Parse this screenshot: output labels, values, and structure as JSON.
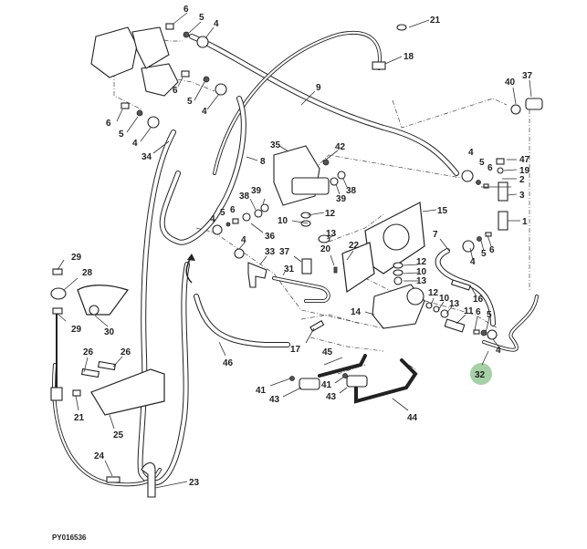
{
  "figure": {
    "id_label": "PY016536",
    "highlight_color": "#9ccb9c",
    "highlighted_callout": "32"
  },
  "callouts": [
    {
      "key": "c6a",
      "label": "6"
    },
    {
      "key": "c5a",
      "label": "5"
    },
    {
      "key": "c4a",
      "label": "4"
    },
    {
      "key": "c6b",
      "label": "6"
    },
    {
      "key": "c5b",
      "label": "5"
    },
    {
      "key": "c4b",
      "label": "4"
    },
    {
      "key": "c6c",
      "label": "6"
    },
    {
      "key": "c5c",
      "label": "5"
    },
    {
      "key": "c4c",
      "label": "4"
    },
    {
      "key": "c34",
      "label": "34"
    },
    {
      "key": "c9",
      "label": "9"
    },
    {
      "key": "c8",
      "label": "8"
    },
    {
      "key": "c21a",
      "label": "21"
    },
    {
      "key": "c18",
      "label": "18"
    },
    {
      "key": "c40",
      "label": "40"
    },
    {
      "key": "c37a",
      "label": "37"
    },
    {
      "key": "c4d",
      "label": "4"
    },
    {
      "key": "c5d",
      "label": "5"
    },
    {
      "key": "c6d",
      "label": "6"
    },
    {
      "key": "c47",
      "label": "47"
    },
    {
      "key": "c19",
      "label": "19"
    },
    {
      "key": "c2",
      "label": "2"
    },
    {
      "key": "c3",
      "label": "3"
    },
    {
      "key": "c15",
      "label": "15"
    },
    {
      "key": "c1",
      "label": "1"
    },
    {
      "key": "c35",
      "label": "35"
    },
    {
      "key": "c42",
      "label": "42"
    },
    {
      "key": "c38a",
      "label": "38"
    },
    {
      "key": "c39a",
      "label": "39"
    },
    {
      "key": "c38b",
      "label": "38"
    },
    {
      "key": "c39b",
      "label": "39"
    },
    {
      "key": "c5e",
      "label": "5"
    },
    {
      "key": "c6e",
      "label": "6"
    },
    {
      "key": "c4e",
      "label": "4"
    },
    {
      "key": "c36",
      "label": "36"
    },
    {
      "key": "c12a",
      "label": "12"
    },
    {
      "key": "c10a",
      "label": "10"
    },
    {
      "key": "c13a",
      "label": "13"
    },
    {
      "key": "c4f",
      "label": "4"
    },
    {
      "key": "c33",
      "label": "33"
    },
    {
      "key": "c37b",
      "label": "37"
    },
    {
      "key": "c31",
      "label": "31"
    },
    {
      "key": "c20",
      "label": "20"
    },
    {
      "key": "c22",
      "label": "22"
    },
    {
      "key": "c12b",
      "label": "12"
    },
    {
      "key": "c10b",
      "label": "10"
    },
    {
      "key": "c13b",
      "label": "13"
    },
    {
      "key": "c7",
      "label": "7"
    },
    {
      "key": "c4g",
      "label": "4"
    },
    {
      "key": "c5f",
      "label": "5"
    },
    {
      "key": "c6f",
      "label": "6"
    },
    {
      "key": "c16",
      "label": "16"
    },
    {
      "key": "c12c",
      "label": "12"
    },
    {
      "key": "c10c",
      "label": "10"
    },
    {
      "key": "c13c",
      "label": "13"
    },
    {
      "key": "c11",
      "label": "11"
    },
    {
      "key": "c6g",
      "label": "6"
    },
    {
      "key": "c5g",
      "label": "5"
    },
    {
      "key": "c4h",
      "label": "4"
    },
    {
      "key": "c14",
      "label": "14"
    },
    {
      "key": "c17",
      "label": "17"
    },
    {
      "key": "c32",
      "label": "32"
    },
    {
      "key": "c29a",
      "label": "29"
    },
    {
      "key": "c28",
      "label": "28"
    },
    {
      "key": "c29b",
      "label": "29"
    },
    {
      "key": "c30",
      "label": "30"
    },
    {
      "key": "c46",
      "label": "46"
    },
    {
      "key": "c45",
      "label": "45"
    },
    {
      "key": "c26a",
      "label": "26"
    },
    {
      "key": "c26b",
      "label": "26"
    },
    {
      "key": "c21b",
      "label": "21"
    },
    {
      "key": "c25",
      "label": "25"
    },
    {
      "key": "c41a",
      "label": "41"
    },
    {
      "key": "c43a",
      "label": "43"
    },
    {
      "key": "c41b",
      "label": "41"
    },
    {
      "key": "c43b",
      "label": "43"
    },
    {
      "key": "c44",
      "label": "44"
    },
    {
      "key": "c24",
      "label": "24"
    },
    {
      "key": "c23",
      "label": "23"
    }
  ]
}
